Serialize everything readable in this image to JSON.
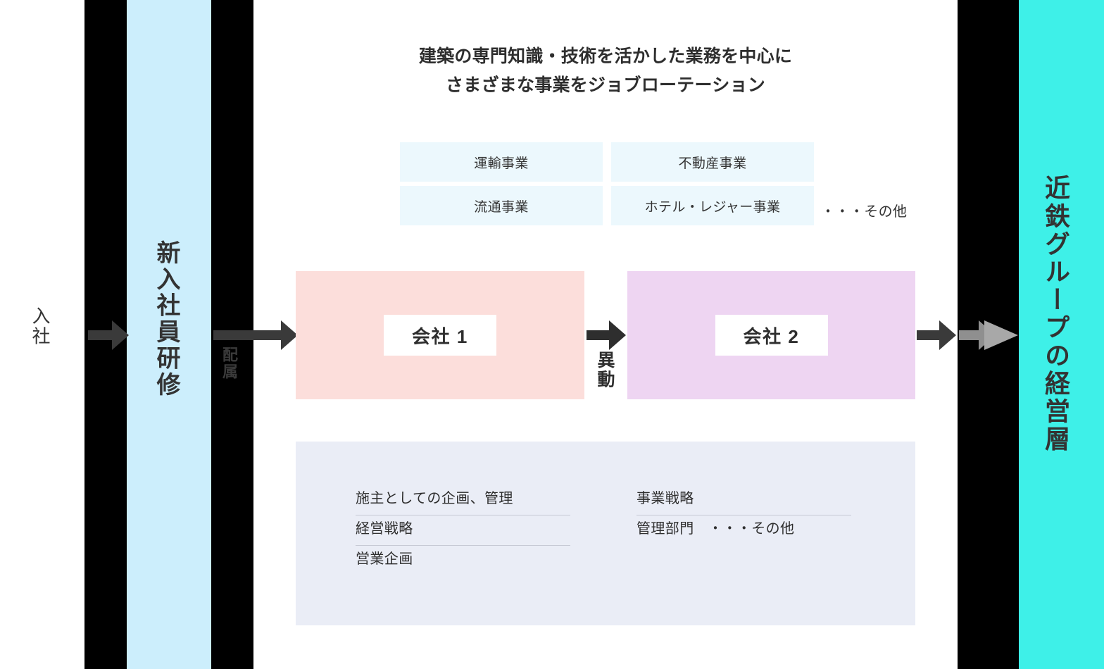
{
  "stages": {
    "entry_label": "入社",
    "training_label": "新入社員研修",
    "assignment_label": "配属",
    "transfer_label": "異動",
    "group_label": "近鉄グループの経営層"
  },
  "headline": {
    "line1": "建築の専門知識・技術を活かした業務を中心に",
    "line2": "さまざまな事業をジョブローテーション"
  },
  "businesses": {
    "cells": [
      "運輸事業",
      "不動産事業",
      "流通事業",
      "ホテル・レジャー事業"
    ],
    "more": "・・・その他"
  },
  "companies": [
    {
      "name": "会社 1",
      "color": "#fcdedb"
    },
    {
      "name": "会社 2",
      "color": "#eed5f2"
    }
  ],
  "roles": {
    "left": [
      "施主としての企画、管理",
      "経営戦略",
      "営業企画"
    ],
    "right": [
      "事業戦略",
      "管理部門　・・・その他"
    ]
  },
  "colors": {
    "training_band": "#cceefc",
    "group_band": "#3ef0e8",
    "business_cell": "#ecf8fd",
    "roles_panel": "#eaedf6",
    "arrow_dark": "#3a3a3a",
    "arrow_gray_1": "#8f8f8f",
    "arrow_gray_2": "#a8a8a8",
    "text": "#333333"
  }
}
